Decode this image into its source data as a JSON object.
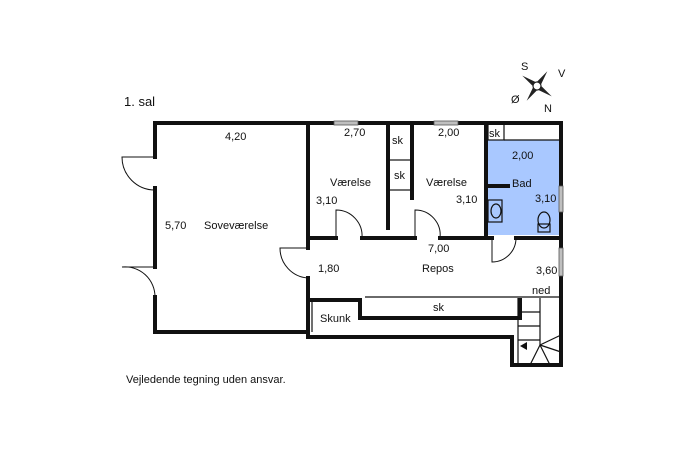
{
  "floor_label": "1. sal",
  "disclaimer": "Vejledende tegning uden ansvar.",
  "compass": {
    "n": "N",
    "s": "S",
    "e": "Ø",
    "w": "V"
  },
  "rooms": {
    "sovevaerelse": {
      "name": "Soveværelse",
      "width": "4,20",
      "depth": "5,70"
    },
    "vaerelse1": {
      "name": "Værelse",
      "width": "2,70",
      "depth": "3,10"
    },
    "vaerelse2": {
      "name": "Værelse",
      "width": "2,00",
      "depth": "3,10"
    },
    "bad": {
      "name": "Bad",
      "width": "2,00",
      "depth": "3,10"
    },
    "repos": {
      "name": "Repos",
      "width": "7,00",
      "depth": "1,80",
      "extra": "3,60"
    },
    "skunk": {
      "name": "Skunk"
    }
  },
  "closets": {
    "sk1": "sk",
    "sk2": "sk",
    "sk3": "sk",
    "sk_long": "sk"
  },
  "stair": {
    "label": "ned"
  },
  "colors": {
    "bathroom": "#a9c8ff",
    "walls": "#111111",
    "window": "#bfbfbf"
  }
}
